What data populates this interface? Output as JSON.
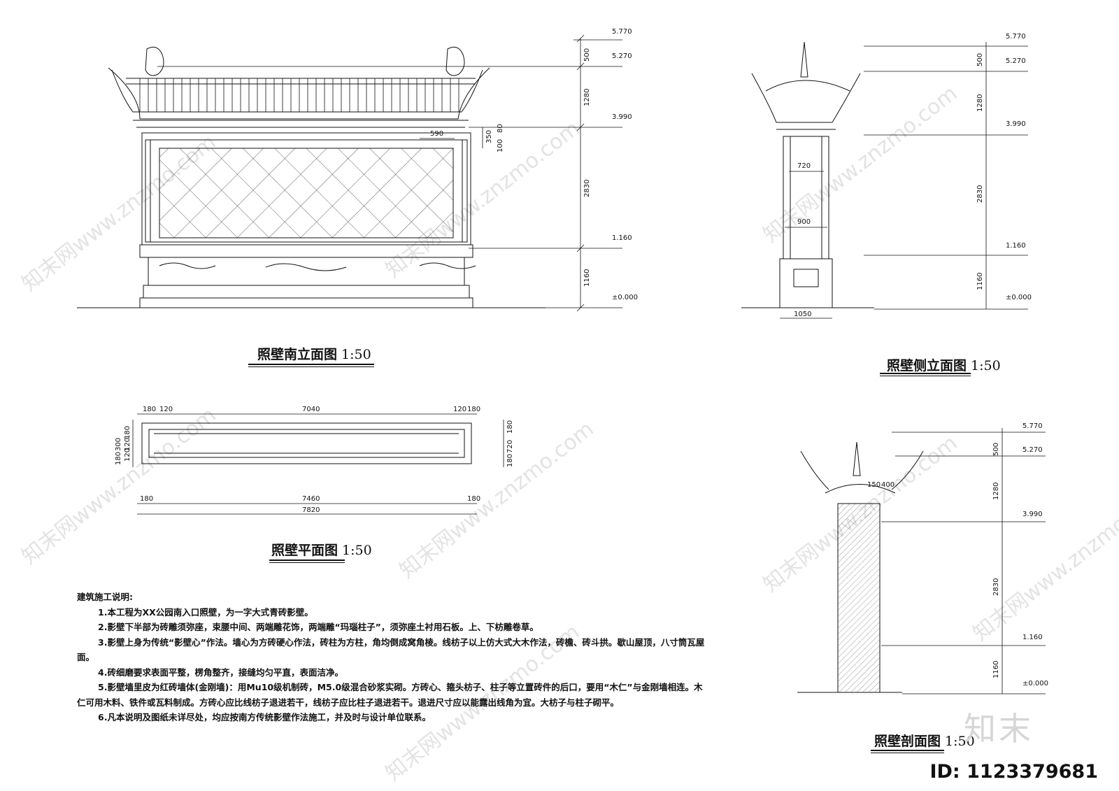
{
  "elevation_levels": {
    "l1": "5.770",
    "l2": "5.270",
    "l3": "3.990",
    "l4": "1.160",
    "l5": "±0.000"
  },
  "vertical_dims": [
    "500",
    "1280",
    "2830",
    "1160"
  ],
  "south_elevation": {
    "title": "照壁南立面图",
    "scale": "1:50",
    "dims": {
      "d590": "590",
      "d350": "350",
      "d80": "80",
      "d100": "100"
    }
  },
  "side_elevation": {
    "title": "照壁侧立面图",
    "scale": "1:50",
    "dims": {
      "d720": "720",
      "d900": "900",
      "d1050": "1050"
    }
  },
  "section": {
    "title": "照壁剖面图",
    "scale": "1:50",
    "dims": {
      "d150": "150",
      "d400": "400"
    }
  },
  "plan": {
    "title": "照壁平面图",
    "scale": "1:50",
    "top_dims": {
      "a": "180",
      "b": "120",
      "c": "7040",
      "d": "120",
      "e": "180"
    },
    "bottom_dims": {
      "a": "180",
      "b": "7460",
      "c": "180",
      "total": "7820"
    },
    "left_dims": {
      "a": "180",
      "b": "120",
      "c": "300",
      "d": "120",
      "e": "180"
    },
    "right_dims": {
      "a": "180",
      "b": "720",
      "c": "180"
    }
  },
  "notes": {
    "heading": "建筑施工说明:",
    "items": [
      "1.本工程为XX公园南入口照壁，为一字大式青砖影壁。",
      "2.影壁下半部为砖雕须弥座，束腰中间、两端雕花饰，两端雕“玛瑙柱子”，须弥座土衬用石板。上、下枋雕卷草。",
      "3.影壁上身为传统“影壁心”作法。墙心为方砖硬心作法，砖柱为方柱，角均倒成窝角棱。线枋子以上仿大式大木作法，砖檐、砖斗拱。歇山屋顶，八寸筒瓦屋面。",
      "4.砖细磨要求表面平整，楞角整齐，接缝均匀平直，表面洁净。",
      "5.影壁墙里皮为红砖墙体(金刚墙)：用Mu10级机制砖，M5.0级混合砂浆实砌。方砖心、箍头枋子、柱子等立置砖件的后口，要用“木仁”与金刚墙相连。木仁可用木料、铁件或瓦料制成。方砖心应比线枋子退进若干，线枋子应比柱子退进若干。退进尺寸应以能露出线角为宜。大枋子与柱子砌平。",
      "6.凡本说明及图纸未详尽处，均应按南方传统影壁作法施工，并及时与设计单位联系。"
    ]
  },
  "watermark": "知末网www.znzmo.com",
  "logo_text": "知末",
  "id_text": "ID: 1123379681"
}
